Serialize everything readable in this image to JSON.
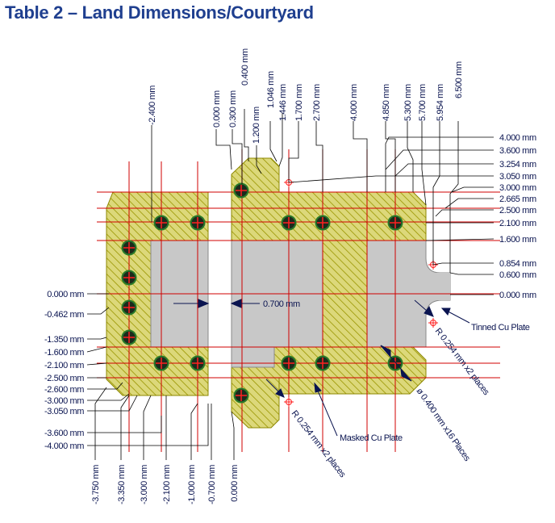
{
  "title": "Table 2 – Land Dimensions/Courtyard",
  "colors": {
    "title": "#1f3f8f",
    "hatch_fill": "#dcd87a",
    "hatch_line": "#9a9500",
    "copper": "#c8c8c8",
    "red_line": "#d00000",
    "via_ring": "#2a7a2a",
    "text": "#0a1450"
  },
  "dimensions": {
    "top": [
      "0.000 mm",
      "0.300 mm",
      "0.400 mm",
      "1.200 mm",
      "1.046 mm",
      "1.446 mm",
      "1.700 mm",
      "2.700 mm",
      "4.000 mm",
      "4.850 mm",
      "5.300 mm",
      "5.700 mm",
      "5.954 mm",
      "6.500 mm",
      "-2.400 mm"
    ],
    "right": [
      "4.000 mm",
      "3.600 mm",
      "3.254 mm",
      "3.050 mm",
      "3.000 mm",
      "2.665 mm",
      "2.500 mm",
      "2.100 mm",
      "1.600 mm",
      "0.854 mm",
      "0.600 mm",
      "0.000 mm"
    ],
    "left": [
      "0.000 mm",
      "-0.462 mm",
      "-1.350 mm",
      "-1.600 mm",
      "-2.100 mm",
      "-2.500 mm",
      "-2.600 mm",
      "-3.000 mm",
      "-3.050 mm",
      "-3.600 mm",
      "-4.000 mm"
    ],
    "bottom": [
      "-3.750 mm",
      "-3.350 mm",
      "-3.000 mm",
      "-2.100 mm",
      "-1.000 mm",
      "-0.700 mm",
      "0.000 mm"
    ],
    "gap": "0.700 mm"
  },
  "annotations": {
    "tinned": "Tinned Cu Plate",
    "masked": "Masked Cu Plate",
    "radius_right": "R 0.254 mm x2 places",
    "radius_bottom": "R 0.254 mm x2 places",
    "via_note": "ø 0.400 mm x16 Places"
  }
}
